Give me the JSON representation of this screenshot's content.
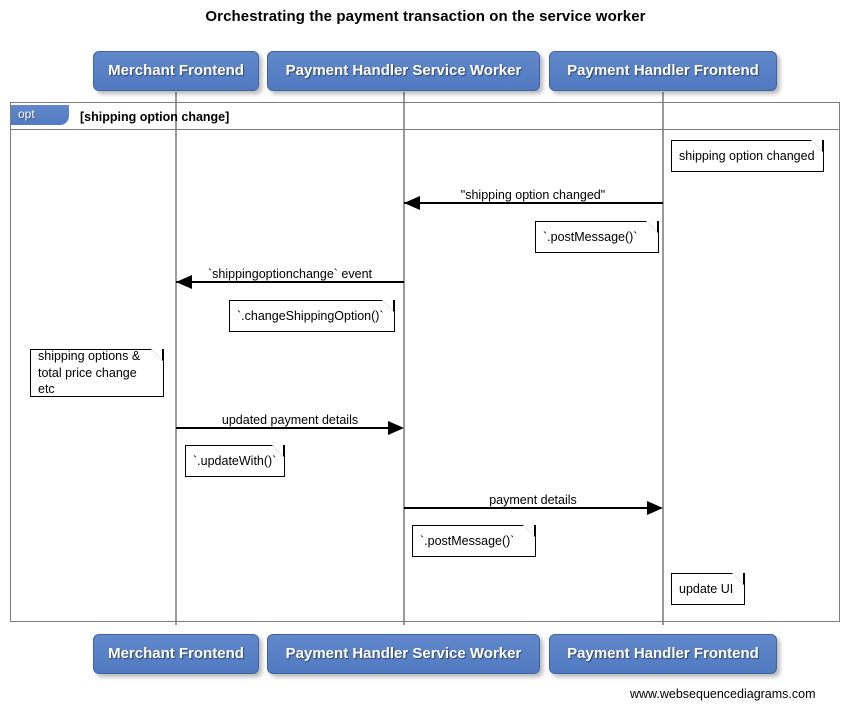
{
  "title": "Orchestrating the payment transaction on the service worker",
  "footer": "www.websequencediagrams.com",
  "colors": {
    "participant_fill": "#5b82c6",
    "participant_border": "#3f63a4",
    "participant_text": "#ffffff",
    "lifeline": "#9a9a9a",
    "fragment_border": "#7d7d7d",
    "note_fill": "#ffffff",
    "note_border": "#000000",
    "arrow": "#000000",
    "background": "#ffffff"
  },
  "participants": [
    {
      "id": "merchant-frontend",
      "label": "Merchant Frontend"
    },
    {
      "id": "payment-handler-service-worker",
      "label": "Payment Handler Service Worker"
    },
    {
      "id": "payment-handler-frontend",
      "label": "Payment Handler Frontend"
    }
  ],
  "fragment": {
    "tag": "opt",
    "condition": "[shipping option change]"
  },
  "messages": [
    {
      "id": "shipping-option-changed",
      "label": "\"shipping option changed\"",
      "from": "payment-handler-frontend",
      "to": "payment-handler-service-worker",
      "direction": "left"
    },
    {
      "id": "shippingoptionchange-event",
      "label": "`shippingoptionchange` event",
      "from": "payment-handler-service-worker",
      "to": "merchant-frontend",
      "direction": "left"
    },
    {
      "id": "updated-payment-details",
      "label": "updated payment details",
      "from": "merchant-frontend",
      "to": "payment-handler-service-worker",
      "direction": "right"
    },
    {
      "id": "payment-details",
      "label": "payment details",
      "from": "payment-handler-service-worker",
      "to": "payment-handler-frontend",
      "direction": "right"
    }
  ],
  "notes": [
    {
      "id": "note-shipping-option-changed",
      "text": "shipping option changed"
    },
    {
      "id": "note-post-message-1",
      "text": "`.postMessage()`"
    },
    {
      "id": "note-change-shipping-option",
      "text": "`.changeShippingOption()`"
    },
    {
      "id": "note-shipping-options-total-price",
      "text": "shipping options &\ntotal price change etc"
    },
    {
      "id": "note-update-with",
      "text": "`.updateWith()`"
    },
    {
      "id": "note-post-message-2",
      "text": "`.postMessage()`"
    },
    {
      "id": "note-update-ui",
      "text": "update UI"
    }
  ]
}
